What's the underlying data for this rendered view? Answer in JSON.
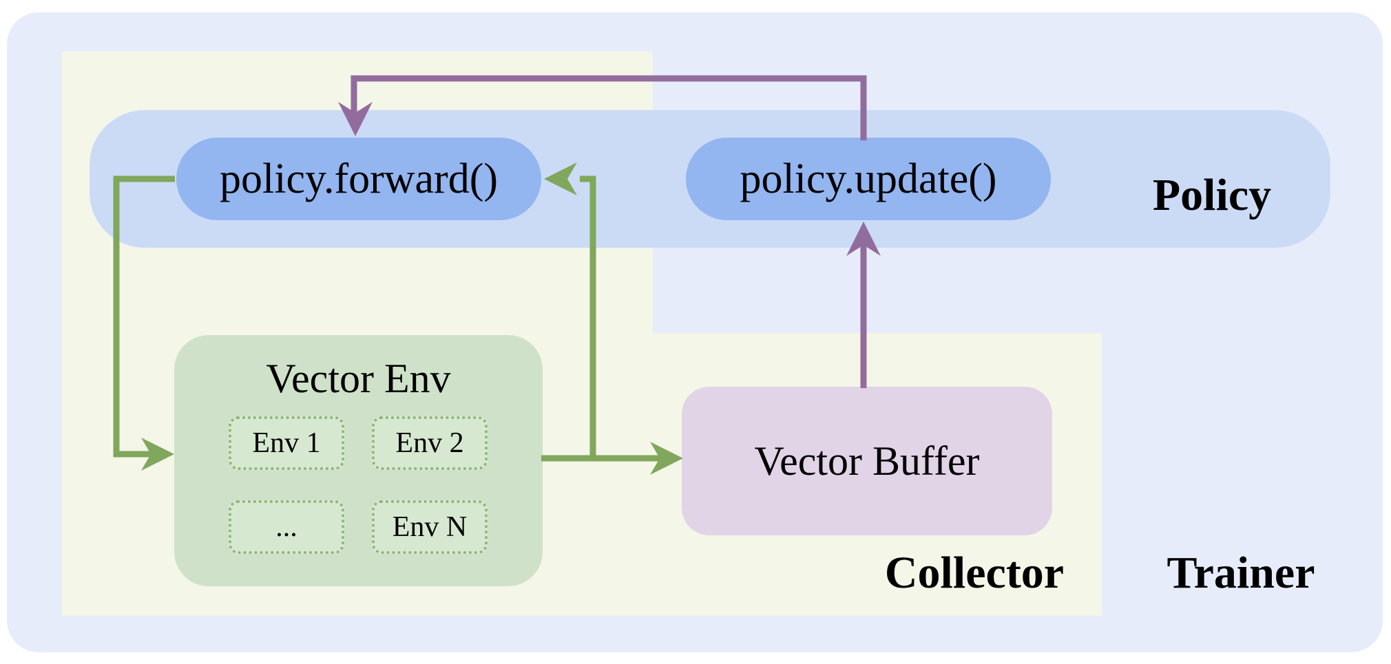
{
  "regions": {
    "trainer": "Trainer",
    "collector": "Collector",
    "policy": "Policy"
  },
  "nodes": {
    "policy_forward": "policy.forward()",
    "policy_update": "policy.update()",
    "vector_env": "Vector Env",
    "vector_buffer": "Vector Buffer",
    "envs": [
      "Env 1",
      "Env 2",
      "...",
      "Env N"
    ]
  },
  "colors": {
    "trainer_bg": "#e7ecfb",
    "collector_bg": "#f4f6e8",
    "policy_band_bg": "#cbdbf6",
    "node_pill_bg": "#93b5f0",
    "vector_env_bg": "#cfe2c9",
    "env_item_bg": "#d7e8d1",
    "env_item_border": "#8eb573",
    "vector_buffer_bg": "#e1d4e7",
    "arrow_green": "#80a75c",
    "arrow_purple": "#936c9e",
    "text": "#000000"
  }
}
